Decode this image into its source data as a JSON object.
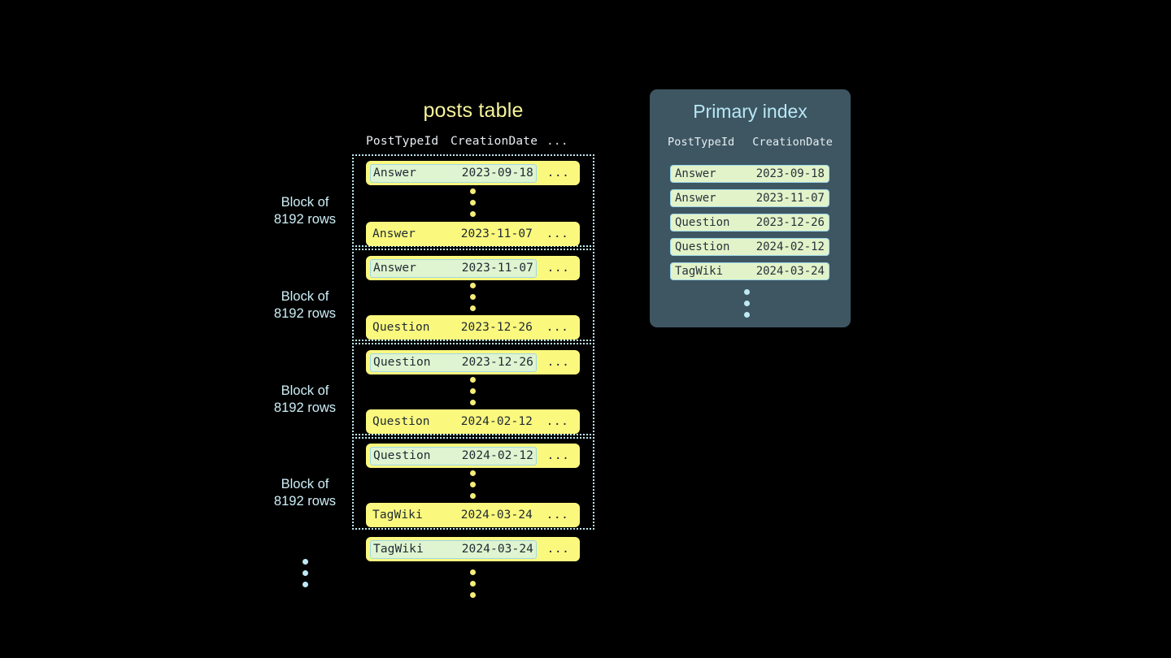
{
  "posts_table": {
    "title": "posts table",
    "columns": [
      "PostTypeId",
      "CreationDate",
      "..."
    ],
    "ellipsis_cell": "...",
    "block_label": "Block of\n8192 rows",
    "block_label_line1": "Block of",
    "block_label_line2": "8192 rows",
    "blocks": [
      {
        "label_line1": "Block of",
        "label_line2": "8192 rows",
        "first_row": {
          "type": "Answer",
          "date": "2023-09-18",
          "rest": "...",
          "highlighted": true
        },
        "last_row": {
          "type": "Answer",
          "date": "2023-11-07",
          "rest": "...",
          "highlighted": false
        }
      },
      {
        "label_line1": "Block of",
        "label_line2": "8192 rows",
        "first_row": {
          "type": "Answer",
          "date": "2023-11-07",
          "rest": "...",
          "highlighted": true
        },
        "last_row": {
          "type": "Question",
          "date": "2023-12-26",
          "rest": "...",
          "highlighted": false
        }
      },
      {
        "label_line1": "Block of",
        "label_line2": "8192 rows",
        "first_row": {
          "type": "Question",
          "date": "2023-12-26",
          "rest": "...",
          "highlighted": true
        },
        "last_row": {
          "type": "Question",
          "date": "2024-02-12",
          "rest": "...",
          "highlighted": false
        }
      },
      {
        "label_line1": "Block of",
        "label_line2": "8192 rows",
        "first_row": {
          "type": "Question",
          "date": "2024-02-12",
          "rest": "...",
          "highlighted": true
        },
        "last_row": {
          "type": "TagWiki",
          "date": "2024-03-24",
          "rest": "...",
          "highlighted": false
        }
      }
    ],
    "trailing_row": {
      "type": "TagWiki",
      "date": "2024-03-24",
      "rest": "...",
      "highlighted": true
    }
  },
  "primary_index": {
    "title": "Primary index",
    "columns": [
      "PostTypeId",
      "CreationDate"
    ],
    "rows": [
      {
        "type": "Answer",
        "date": "2023-09-18"
      },
      {
        "type": "Answer",
        "date": "2023-11-07"
      },
      {
        "type": "Question",
        "date": "2023-12-26"
      },
      {
        "type": "Question",
        "date": "2024-02-12"
      },
      {
        "type": "TagWiki",
        "date": "2024-03-24"
      }
    ]
  },
  "colors": {
    "background": "#000000",
    "row_yellow": "#fbf87e",
    "highlight_green": "#dff4d0",
    "highlight_border": "#9fd8e8",
    "panel_slate": "#3e5662",
    "title_yellow": "#f7f59a",
    "title_cyan": "#b7e7f7",
    "label_cyan": "#cdeef7",
    "dot_yellow": "#f4ed79",
    "dot_blue": "#bfe9f5"
  }
}
